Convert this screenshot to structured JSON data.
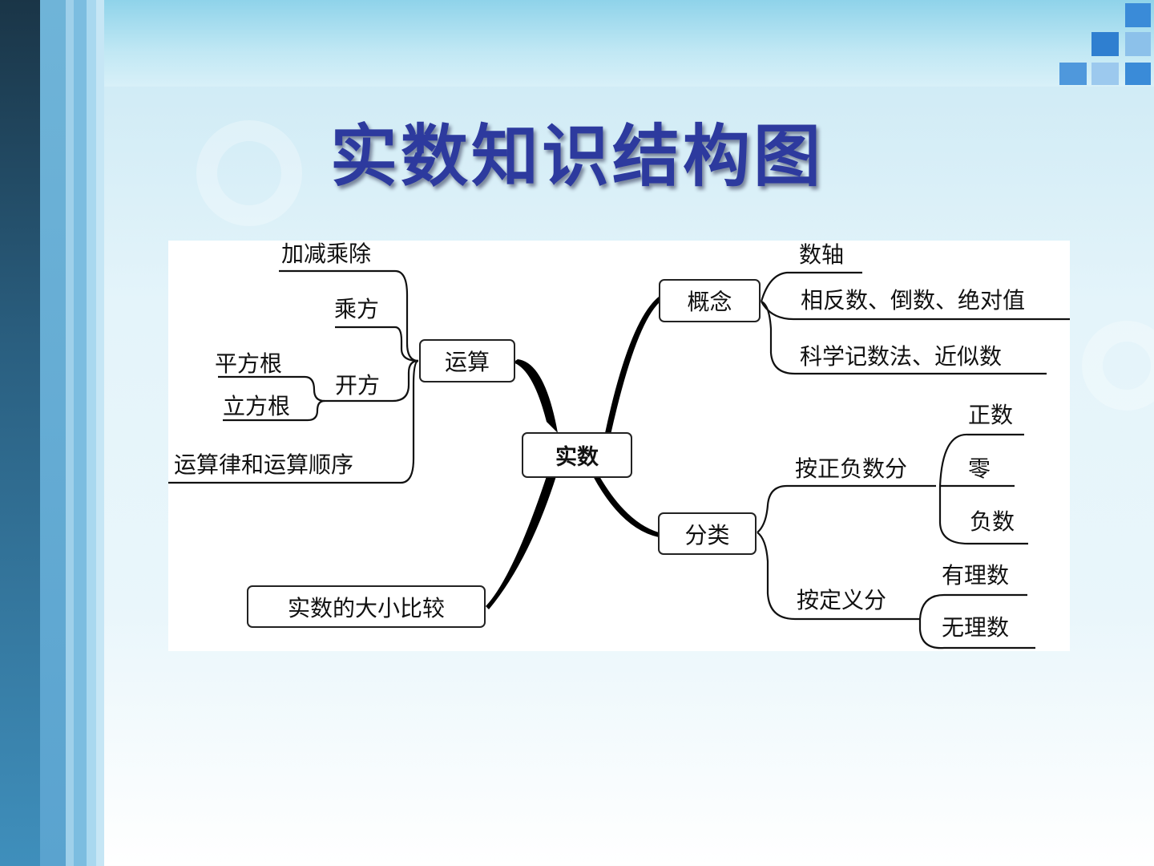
{
  "title": "实数知识结构图",
  "diagram": {
    "center": "实数",
    "operations": {
      "label": "运算",
      "items": [
        "加减乘除",
        "乘方",
        "开方",
        "运算律和运算顺序"
      ],
      "root_types": [
        "平方根",
        "立方根"
      ]
    },
    "concepts": {
      "label": "概念",
      "items": [
        "数轴",
        "相反数、倒数、绝对值",
        "科学记数法、近似数"
      ]
    },
    "classification": {
      "label": "分类",
      "by_sign": {
        "label": "按正负数分",
        "items": [
          "正数",
          "零",
          "负数"
        ]
      },
      "by_definition": {
        "label": "按定义分",
        "items": [
          "有理数",
          "无理数"
        ]
      }
    },
    "comparison": "实数的大小比较"
  },
  "colors": {
    "title": "#2d3a9e",
    "sidebar_dark": "#1a3547",
    "accent_square": "#3a8bd8"
  }
}
